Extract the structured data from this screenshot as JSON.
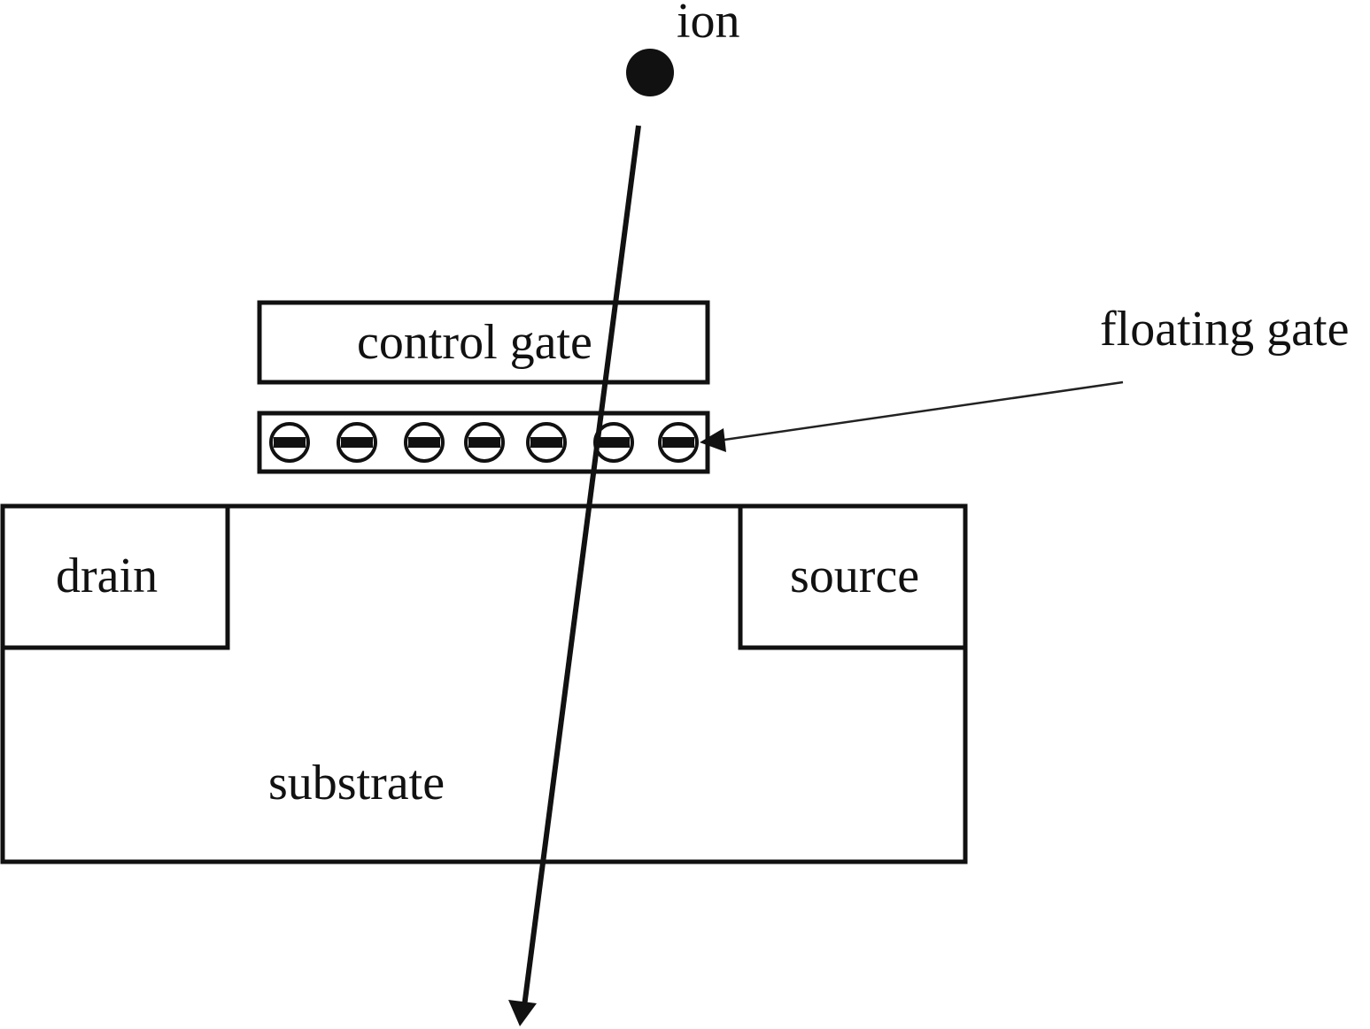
{
  "labels": {
    "ion": "ion",
    "control_gate": "control gate",
    "floating_gate": "floating gate",
    "drain": "drain",
    "source": "source",
    "substrate": "substrate"
  },
  "electrons": {
    "count": 7,
    "symbol": "electron-minus-icon"
  },
  "colors": {
    "ink": "#111111",
    "background": "#ffffff"
  }
}
